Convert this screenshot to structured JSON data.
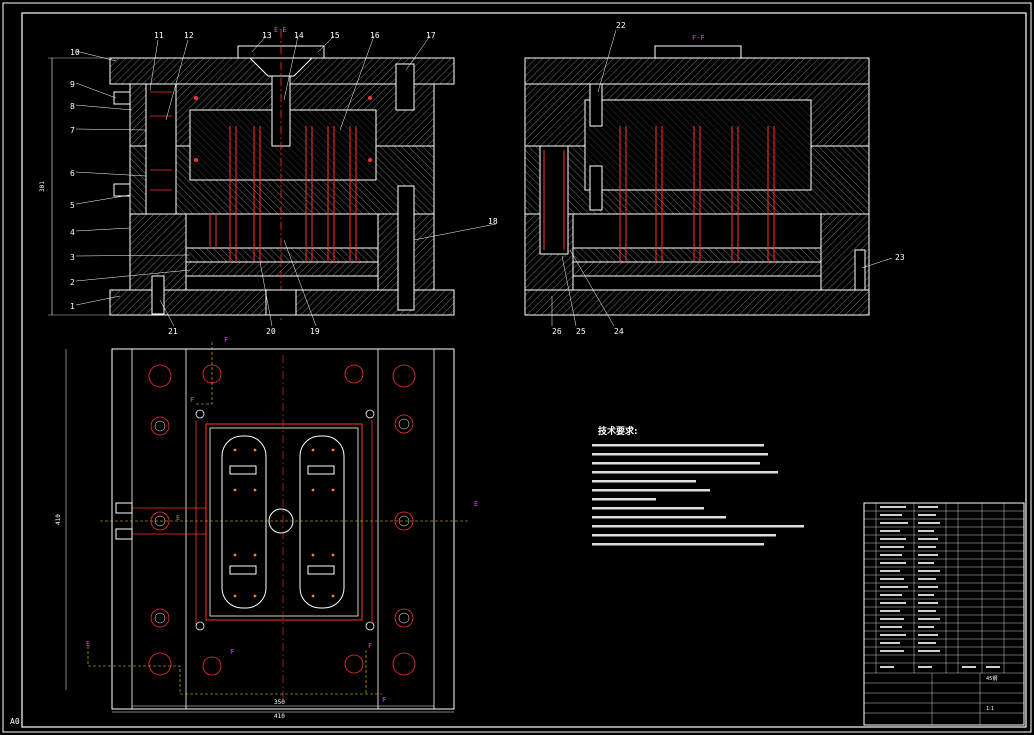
{
  "drawing": {
    "corner_mark": "A0",
    "section_top_front": "E-E",
    "section_top_side": "F-F",
    "plan_marks": {
      "f": "F",
      "e": "E"
    },
    "dims": {
      "front_height": "301",
      "plan_height": "410",
      "plan_inner_width": "350",
      "plan_outer_width": "410"
    },
    "part_numbers_left": [
      "1",
      "2",
      "3",
      "4",
      "5",
      "6",
      "7",
      "8",
      "9",
      "10"
    ],
    "part_numbers_top": [
      "11",
      "12",
      "13",
      "14",
      "15",
      "16",
      "17"
    ],
    "part_numbers_right": [
      "18",
      "22",
      "23"
    ],
    "part_numbers_bottom": [
      "21",
      "20",
      "19",
      "26",
      "25",
      "24"
    ],
    "tech_title": "技术要求:"
  },
  "title_block": {
    "material": "45钢",
    "scale": "1:1"
  }
}
